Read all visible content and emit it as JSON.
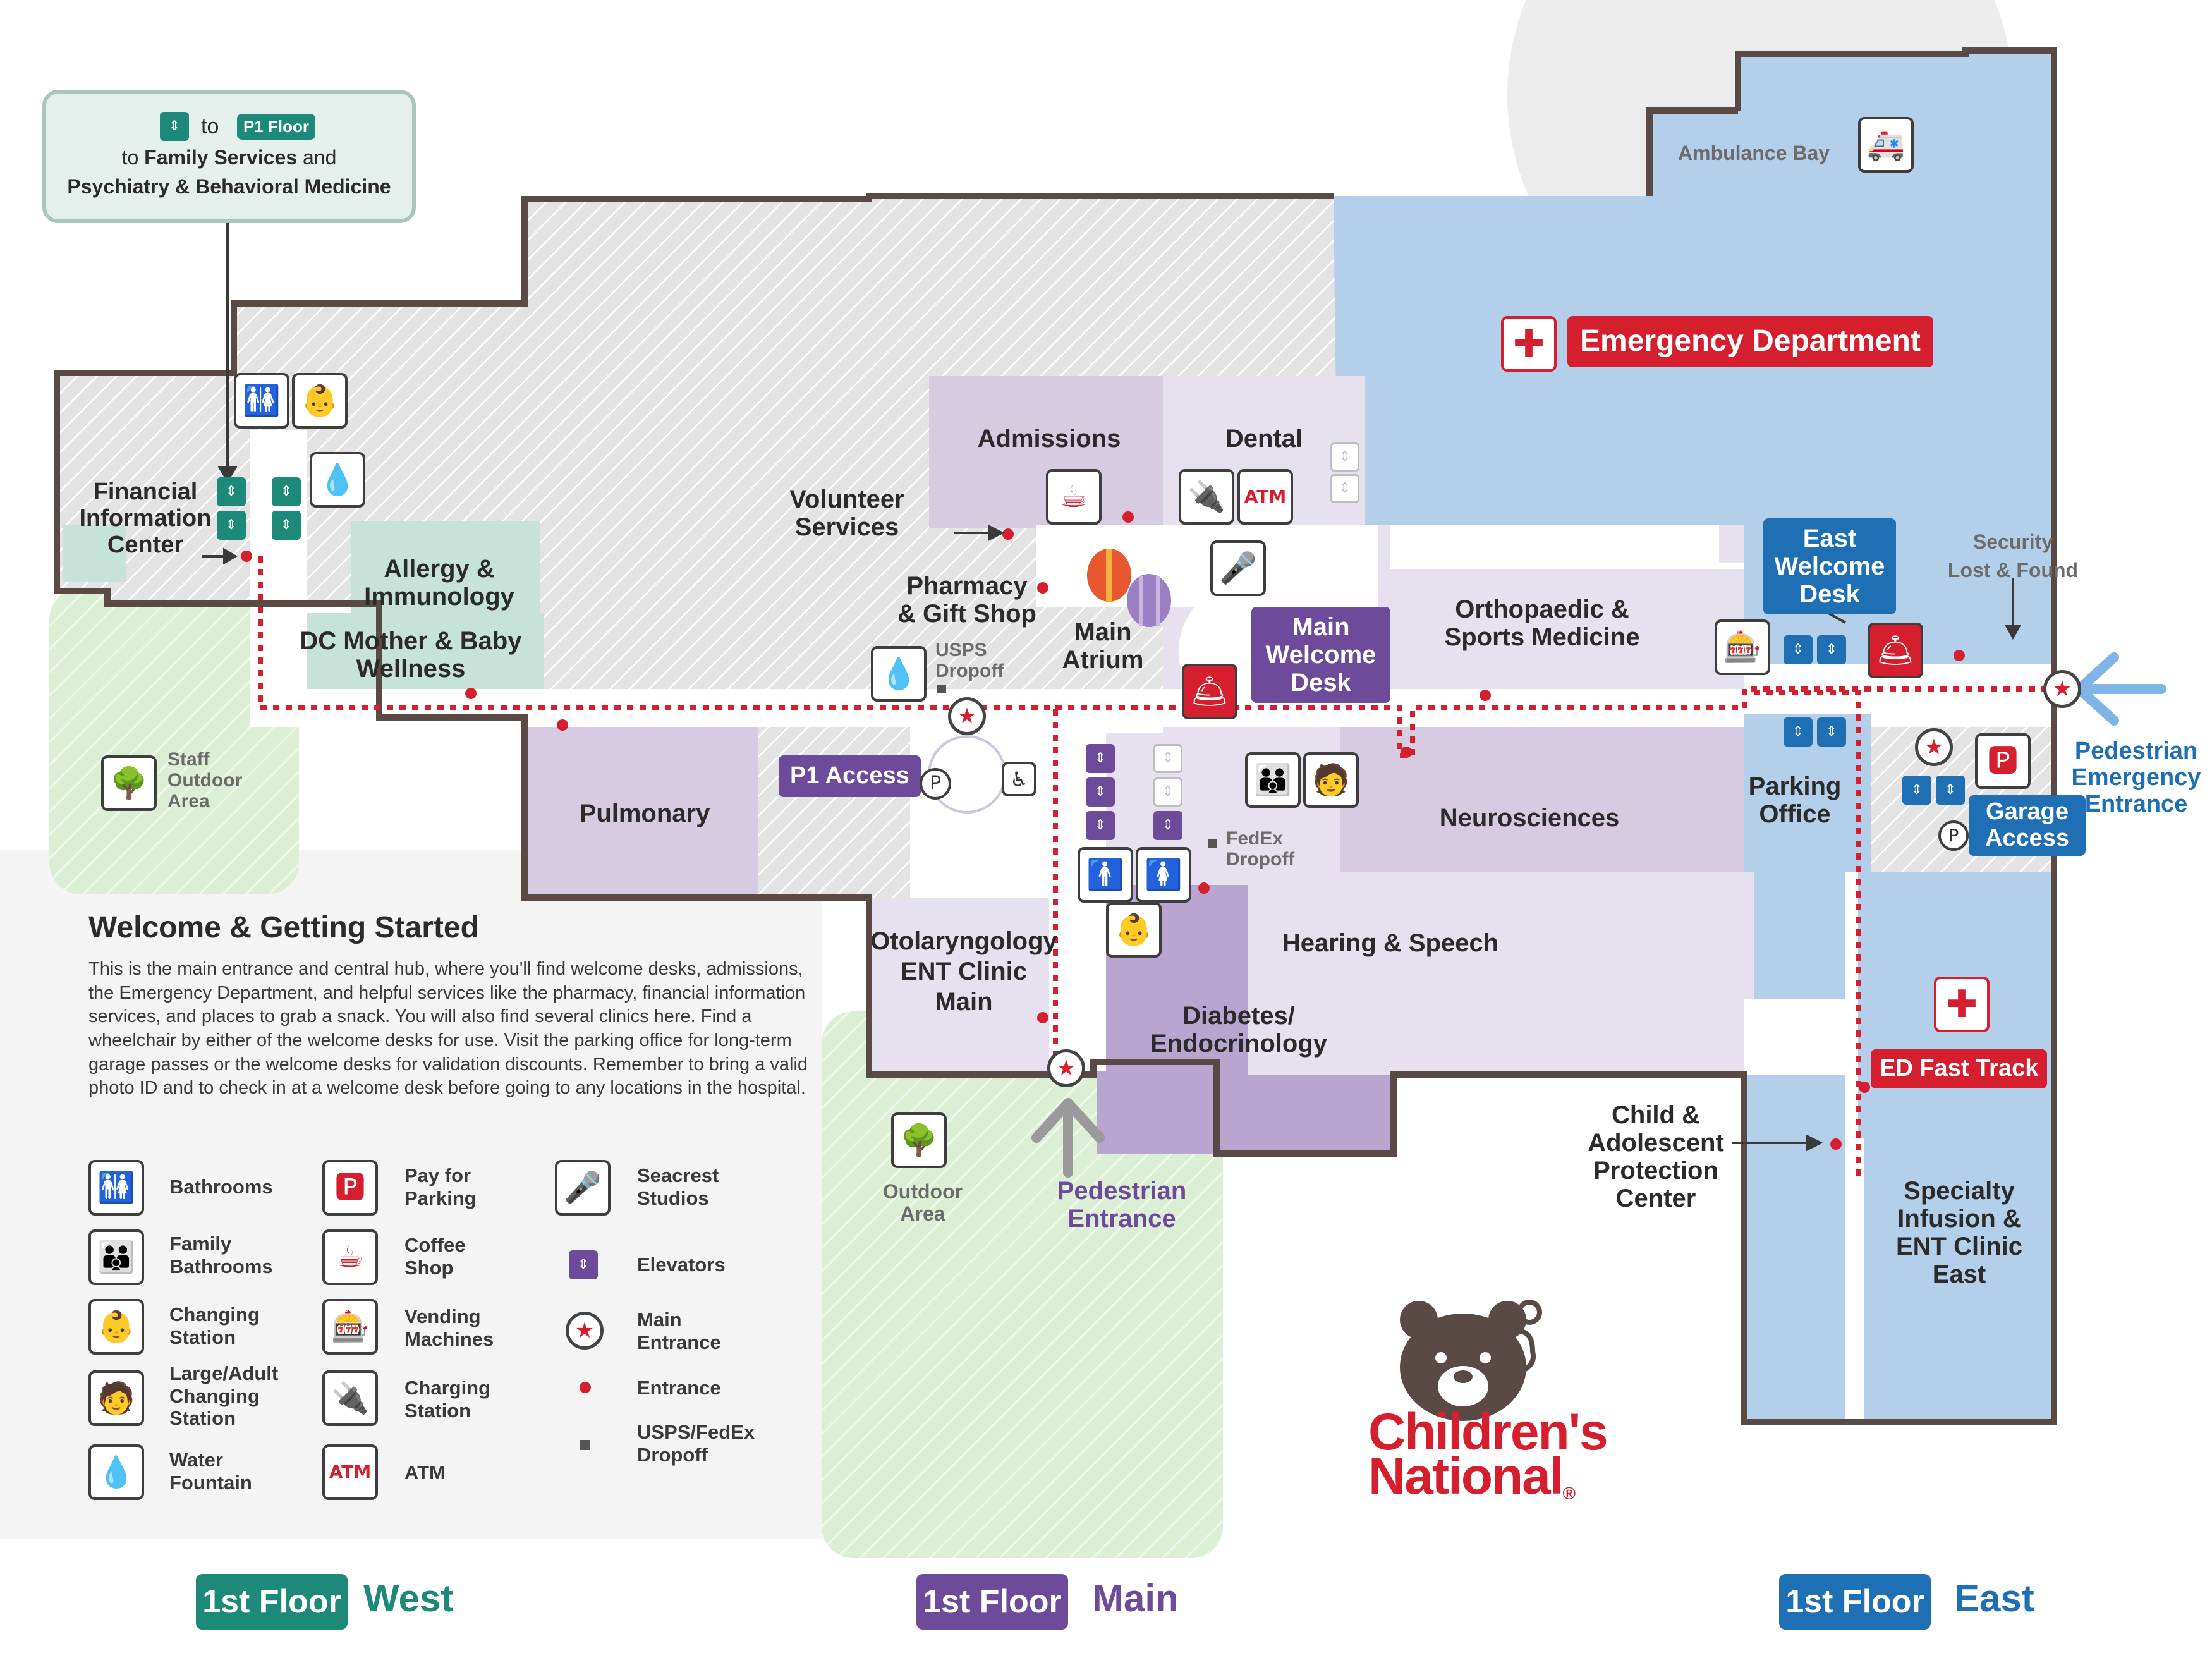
{
  "callout": {
    "to": "to",
    "floor_badge": "P1 Floor",
    "line_prefix": "to",
    "family_services": "Family Services",
    "and": "and",
    "psychiatry": "Psychiatry & Behavioral Medicine"
  },
  "areas": {
    "financial_information_center": "Financial\nInformation\nCenter",
    "allergy_immunology": "Allergy &\nImmunology",
    "dc_mother_baby": "DC Mother & Baby\nWellness",
    "staff_outdoor_area": "Staff\nOutdoor\nArea",
    "admissions": "Admissions",
    "dental": "Dental",
    "volunteer_services": "Volunteer\nServices",
    "pharmacy_gift_shop": "Pharmacy\n& Gift Shop",
    "main_atrium": "Main\nAtrium",
    "usps_dropoff": "USPS\nDropoff",
    "main_welcome_desk": "Main\nWelcome\nDesk",
    "orthopaedic": "Orthopaedic &\nSports Medicine",
    "p1_access": "P1 Access",
    "pulmonary": "Pulmonary",
    "fedex_dropoff": "FedEx\nDropoff",
    "neurosciences": "Neurosciences",
    "hearing_speech": "Hearing & Speech",
    "otolaryngology": "Otolaryngology\nENT Clinic\nMain",
    "diabetes": "Diabetes/\nEndocrinology",
    "outdoor_area": "Outdoor\nArea",
    "pedestrian_entrance": "Pedestrian\nEntrance",
    "ambulance_bay": "Ambulance Bay",
    "emergency_department": "Emergency Department",
    "east_welcome_desk": "East\nWelcome\nDesk",
    "security": "Security\nLost & Found",
    "parking_office": "Parking\nOffice",
    "garage_access": "Garage\nAccess",
    "pedestrian_emergency_entrance": "Pedestrian\nEmergency\nEntrance",
    "ed_fast_track": "ED Fast Track",
    "child_adolescent": "Child &\nAdolescent\nProtection\nCenter",
    "specialty_infusion": "Specialty\nInfusion &\nENT Clinic\nEast"
  },
  "welcome": {
    "title": "Welcome & Getting Started",
    "body": "This is the main entrance and central hub, where you'll find welcome desks, admissions, the Emergency Department, and helpful services like the pharmacy, financial information services, and places to grab a snack. You will also find several clinics here. Find a wheelchair by either of the welcome desks for use. Visit the parking office for long-term garage passes or the welcome desks for validation discounts. Remember to bring a valid photo ID and to check in at a welcome desk before going to any locations in the hospital."
  },
  "legend": [
    {
      "icon": "bathrooms-icon",
      "label": "Bathrooms"
    },
    {
      "icon": "family-bathrooms-icon",
      "label": "Family\nBathrooms"
    },
    {
      "icon": "changing-station-icon",
      "label": "Changing\nStation"
    },
    {
      "icon": "large-adult-changing-station-icon",
      "label": "Large/Adult\nChanging\nStation"
    },
    {
      "icon": "water-fountain-icon",
      "label": "Water\nFountain"
    },
    {
      "icon": "pay-for-parking-icon",
      "label": "Pay for\nParking"
    },
    {
      "icon": "coffee-shop-icon",
      "label": "Coffee\nShop"
    },
    {
      "icon": "vending-machines-icon",
      "label": "Vending\nMachines"
    },
    {
      "icon": "charging-station-icon",
      "label": "Charging\nStation"
    },
    {
      "icon": "atm-icon",
      "label": "ATM"
    },
    {
      "icon": "seacrest-studios-icon",
      "label": "Seacrest\nStudios"
    },
    {
      "icon": "elevators-icon",
      "label": "Elevators"
    },
    {
      "icon": "main-entrance-icon",
      "label": "Main\nEntrance"
    },
    {
      "icon": "entrance-dot-icon",
      "label": "Entrance"
    },
    {
      "icon": "dropoff-square-icon",
      "label": "USPS/FedEx\nDropoff"
    }
  ],
  "logo": {
    "line1": "Children's",
    "line2": "National",
    "mark": "®"
  },
  "floors": {
    "floor_label": "1st Floor",
    "west": "West",
    "main": "Main",
    "east": "East"
  },
  "colors": {
    "green": "#1d8a79",
    "purple": "#6d4a9a",
    "blue": "#1e6fb3",
    "red": "#d51f2e",
    "wall": "#5a4a46"
  }
}
